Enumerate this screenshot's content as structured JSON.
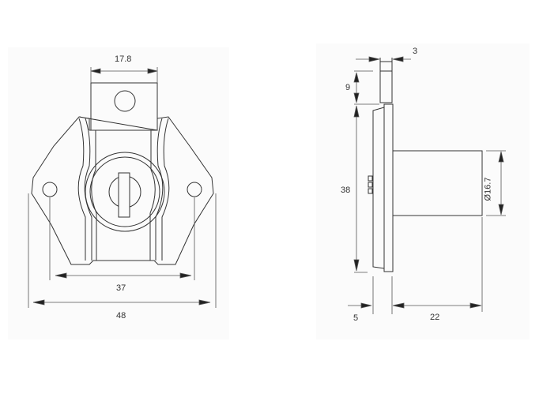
{
  "drawing": {
    "front_view": {
      "dimensions": {
        "top_tab_width": "17.8",
        "hole_spacing": "37",
        "overall_width": "48"
      }
    },
    "side_view": {
      "dimensions": {
        "plate_thickness": "3",
        "tab_height": "9",
        "body_height": "38",
        "cylinder_diameter": "Ø16.7",
        "flange_offset": "5",
        "cylinder_length": "22"
      }
    },
    "colors": {
      "line": "#333333",
      "background": "#ffffff"
    }
  }
}
